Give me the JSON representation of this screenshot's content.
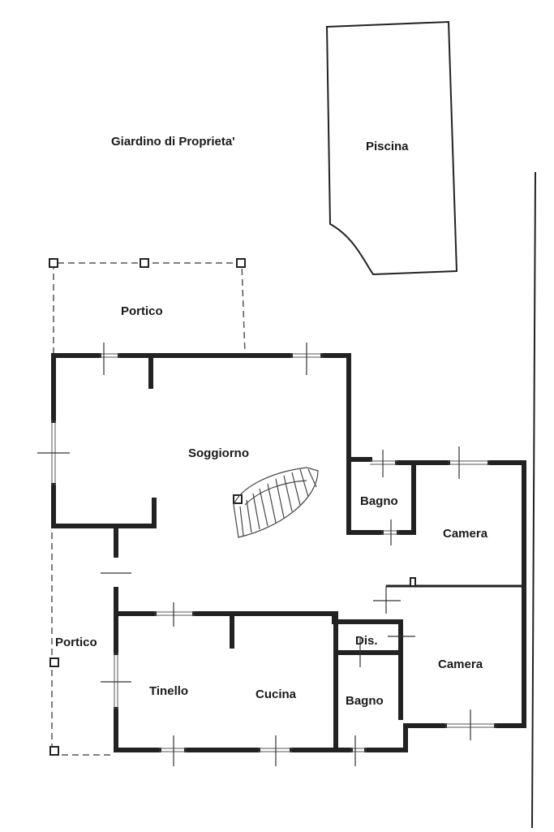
{
  "labels": {
    "garden": "Giardino di Proprieta'",
    "pool": "Piscina",
    "portico_top": "Portico",
    "soggiorno": "Soggiorno",
    "bagno_1": "Bagno",
    "camera_1": "Camera",
    "portico_left": "Portico",
    "dis": "Dis.",
    "camera_2": "Camera",
    "tinello": "Tinello",
    "cucina": "Cucina",
    "bagno_2": "Bagno"
  }
}
